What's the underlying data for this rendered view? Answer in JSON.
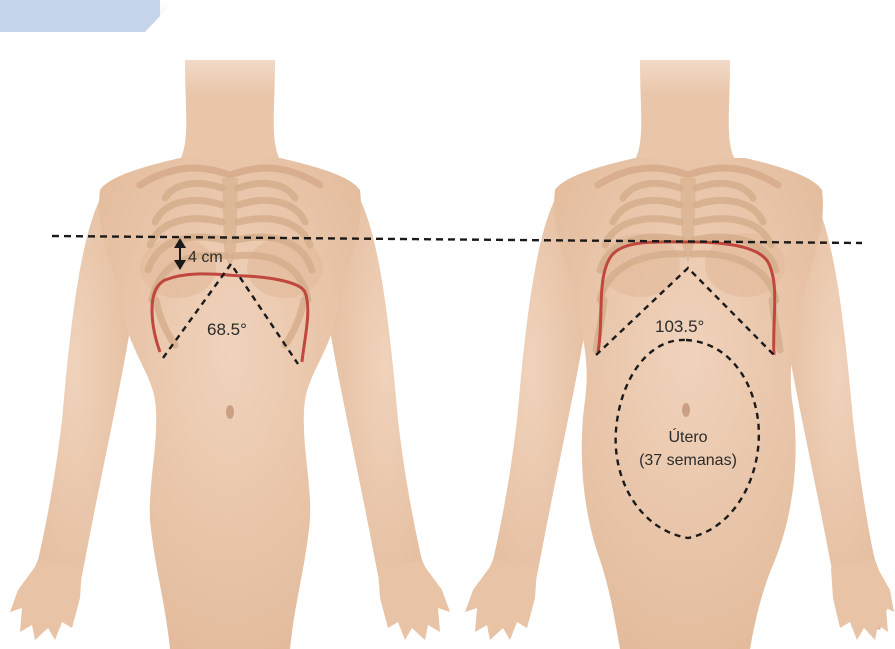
{
  "figure": {
    "left_panel": {
      "distance_label": "4 cm",
      "angle_label": "68.5°"
    },
    "right_panel": {
      "angle_label": "103.5°",
      "uterus_label_line1": "Útero",
      "uterus_label_line2": "(37 semanas)"
    }
  },
  "colors": {
    "skin": "#eccbb0",
    "skin_shadow": "#ddb293",
    "rib": "#d9b595",
    "costal_margin": "#c0473d",
    "dashed_line": "#1a1a1a",
    "corner_tab": "#c5d4ea"
  }
}
